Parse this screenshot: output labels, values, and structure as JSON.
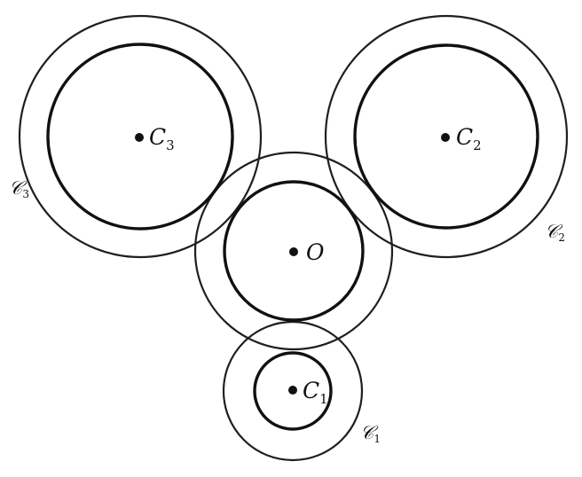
{
  "centers": [
    {
      "id": "c3",
      "letter": "C",
      "sub": "3"
    },
    {
      "id": "c2",
      "letter": "C",
      "sub": "2"
    },
    {
      "id": "o",
      "letter": "O",
      "sub": ""
    },
    {
      "id": "c1",
      "letter": "C",
      "sub": "1"
    }
  ],
  "curves": [
    {
      "id": "k3",
      "letter": "𝒞",
      "sub": "3"
    },
    {
      "id": "k2",
      "letter": "𝒞",
      "sub": "2"
    },
    {
      "id": "k1",
      "letter": "𝒞",
      "sub": "1"
    }
  ]
}
